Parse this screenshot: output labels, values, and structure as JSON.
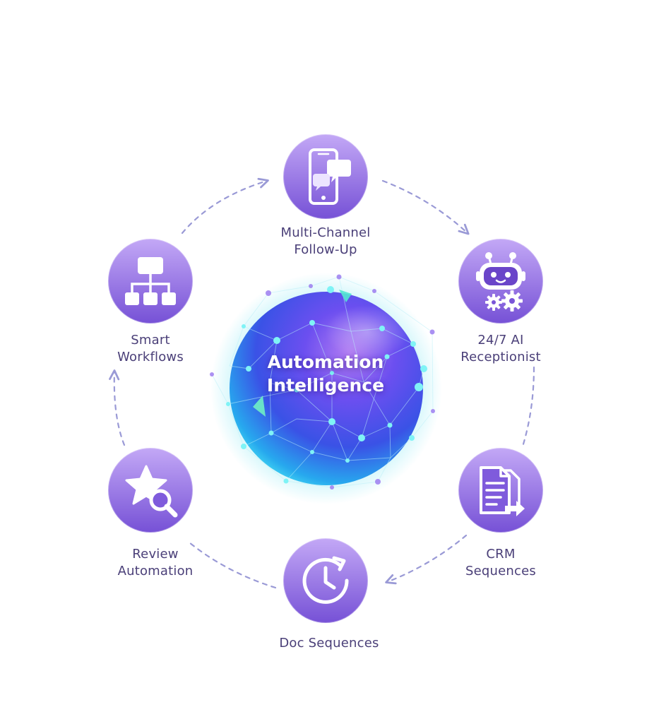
{
  "center": {
    "line1": "Automation",
    "line2": "Intelligence"
  },
  "nodes": [
    {
      "id": "multi-channel",
      "icon": "phone-chat-icon",
      "line1": "Multi-Channel",
      "line2": "Follow-Up"
    },
    {
      "id": "ai-receptionist",
      "icon": "robot-gears-icon",
      "line1": "24/7 AI",
      "line2": "Receptionist"
    },
    {
      "id": "crm",
      "icon": "document-arrow-icon",
      "line1": "CRM",
      "line2": "Sequences"
    },
    {
      "id": "doc",
      "icon": "clock-refresh-icon",
      "line1": "Doc Sequences",
      "line2": ""
    },
    {
      "id": "review",
      "icon": "star-magnifier-icon",
      "line1": "Review",
      "line2": "Automation"
    },
    {
      "id": "workflows",
      "icon": "flowchart-icon",
      "line1": "Smart",
      "line2": "Workflows"
    }
  ],
  "colors": {
    "node_light": "#b79cf2",
    "node_dark": "#7a55d8",
    "arrow": "#9a9ad6",
    "label": "#4a3f78",
    "sphere_cyan": "#41e3f0",
    "sphere_blue": "#4f3fe6",
    "sphere_purple": "#8a4fe0"
  }
}
